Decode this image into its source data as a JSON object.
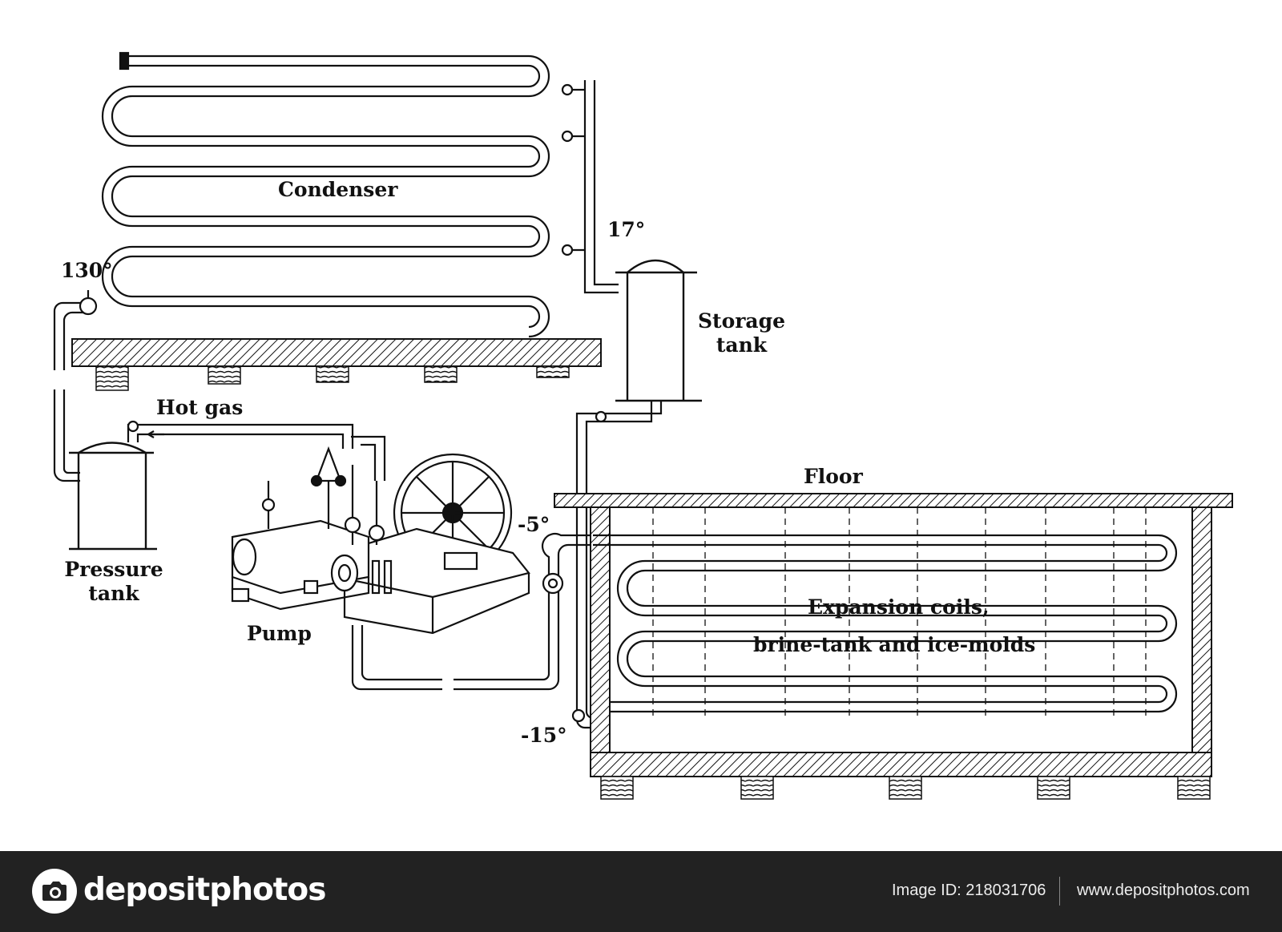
{
  "diagram": {
    "labels": {
      "condenser": "Condenser",
      "temp_130": "130°",
      "temp_17": "17°",
      "storage_tank": "Storage tank",
      "hot_gas": "Hot gas",
      "pressure_tank": "Pressure tank",
      "pump": "Pump",
      "floor": "Floor",
      "temp_minus5": "-5°",
      "temp_minus15": "-15°",
      "expansion_coils_line1": "Expansion coils,",
      "expansion_coils_line2": "brine-tank and ice-molds"
    }
  },
  "footer": {
    "brand": "depositphotos",
    "image_id": "Image ID: 218031706",
    "site": "www.depositphotos.com"
  },
  "colors": {
    "ink": "#111111",
    "footer_bg": "#222222",
    "footer_text": "#ffffff"
  }
}
